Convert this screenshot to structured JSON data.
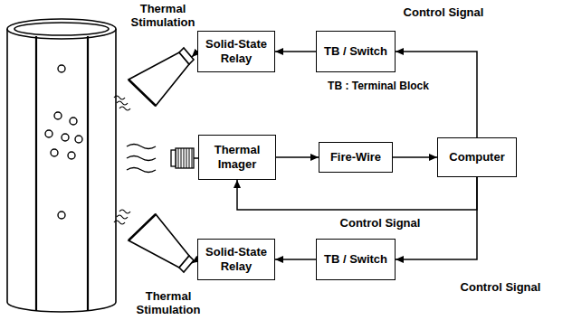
{
  "diagram": {
    "nodes": [
      {
        "text": [
          "Solid-State Relay"
        ]
      },
      {
        "text": [
          "TB / Switch"
        ]
      },
      {
        "text": [
          "Thermal Imager"
        ]
      },
      {
        "text": [
          "Fire-Wire"
        ]
      },
      {
        "text": [
          "Computer"
        ]
      },
      {
        "text": [
          "Solid-State Relay"
        ]
      },
      {
        "text": [
          "TB / Switch"
        ]
      }
    ],
    "edges": [
      {
        "from": 1,
        "to": 0,
        "arrow": "to"
      },
      {
        "from": 4,
        "to": 1,
        "arrow": "to",
        "label": "Control Signal"
      },
      {
        "from": 2,
        "to": 3,
        "arrow": "to"
      },
      {
        "from": 3,
        "to": 4,
        "arrow": "to"
      },
      {
        "from": 4,
        "to": 2,
        "arrow": "to",
        "label": "Control Signal"
      },
      {
        "from": 4,
        "to": 6,
        "arrow": "to",
        "label": "Control Signal"
      },
      {
        "from": 6,
        "to": 5,
        "arrow": "to"
      }
    ],
    "labels": [
      "Thermal Stimulation",
      "TB : Terminal Block",
      "Thermal Stimulation"
    ]
  }
}
